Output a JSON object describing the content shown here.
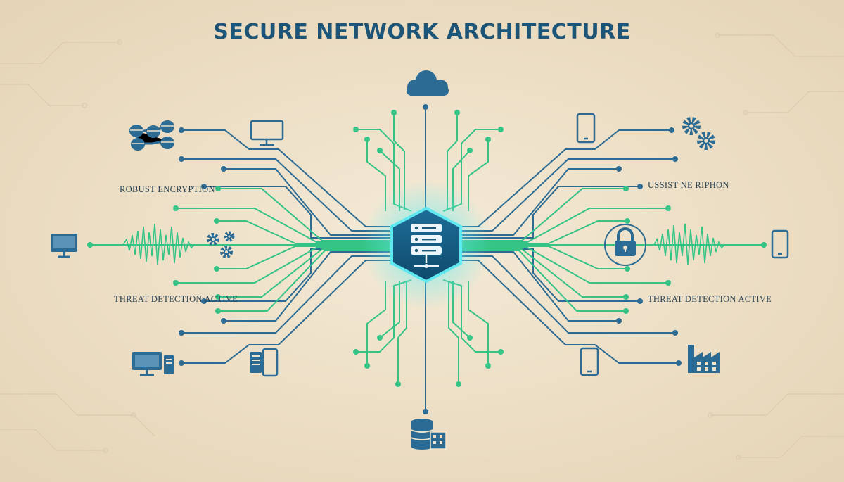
{
  "title": "SECURE NETWORK ARCHITECTURE",
  "labels": {
    "left_encryption": "ROBUST ENCRYPTION",
    "left_threat": "THREAT DETECTION ACTIVE",
    "right_encryption": "USSIST NE RIPHON",
    "right_threat": "THREAT DETECTION ACTIVE"
  },
  "nodes": {
    "top": "cloud-icon",
    "bottom": "database-building-icon",
    "hub": "server-stack-icon",
    "left": [
      "database-cluster-icon",
      "desktop-monitor-icon",
      "monitor-icon",
      "gears-icon",
      "desktop-tower-icon",
      "tablet-icon"
    ],
    "right": [
      "smartphone-icon",
      "gears-icon",
      "padlock-icon",
      "smartphone-icon",
      "smartphone-icon",
      "factory-icon"
    ]
  },
  "colors": {
    "background": "#efe3cc",
    "title": "#1c5577",
    "blue": "#2c6b93",
    "green": "#35c486",
    "hub_glow": "#63ecf2",
    "label": "#2a4354"
  }
}
